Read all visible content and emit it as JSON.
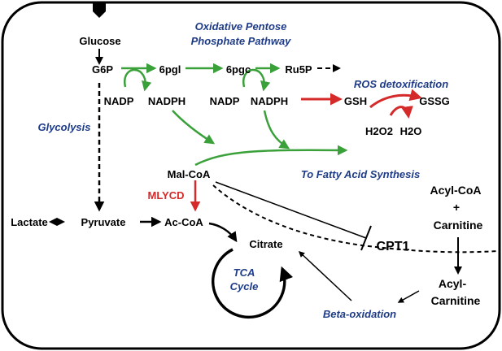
{
  "colors": {
    "metabolite": "#000000",
    "pathway_label": "#1f3c88",
    "enzyme": "#d42a2a",
    "green_arrow": "#3aa03a",
    "red_arrow": "#d42a2a"
  },
  "cell": {
    "shape": "rounded-rectangle",
    "border_color": "#000000"
  },
  "metabolites": {
    "glucose": "Glucose",
    "g6p": "G6P",
    "sixpgl": "6pgl",
    "sixpgc": "6pgc",
    "ru5p": "Ru5P",
    "nadp_1": "NADP",
    "nadph_1": "NADPH",
    "nadp_2": "NADP",
    "nadph_2": "NADPH",
    "gsh": "GSH",
    "gssg": "GSSG",
    "h2o2": "H2O2",
    "h2o": "H2O",
    "malcoa": "Mal-CoA",
    "lactate": "Lactate",
    "pyruvate": "Pyruvate",
    "accoa": "Ac-CoA",
    "citrate": "Citrate",
    "acylcoa": "Acyl-CoA",
    "plus": "+",
    "carnitine": "Carnitine",
    "acyl_carnitine_1": "Acyl-",
    "acyl_carnitine_2": "Carnitine",
    "cpt1": "CPT1"
  },
  "enzymes": {
    "mlycd": "MLYCD"
  },
  "pathways": {
    "ppp_line1": "Oxidative Pentose",
    "ppp_line2": "Phosphate Pathway",
    "ros": "ROS detoxification",
    "glycolysis": "Glycolysis",
    "fatty_acid": "To Fatty Acid Synthesis",
    "tca_line1": "TCA",
    "tca_line2": "Cycle",
    "beta_ox": "Beta-oxidation"
  }
}
